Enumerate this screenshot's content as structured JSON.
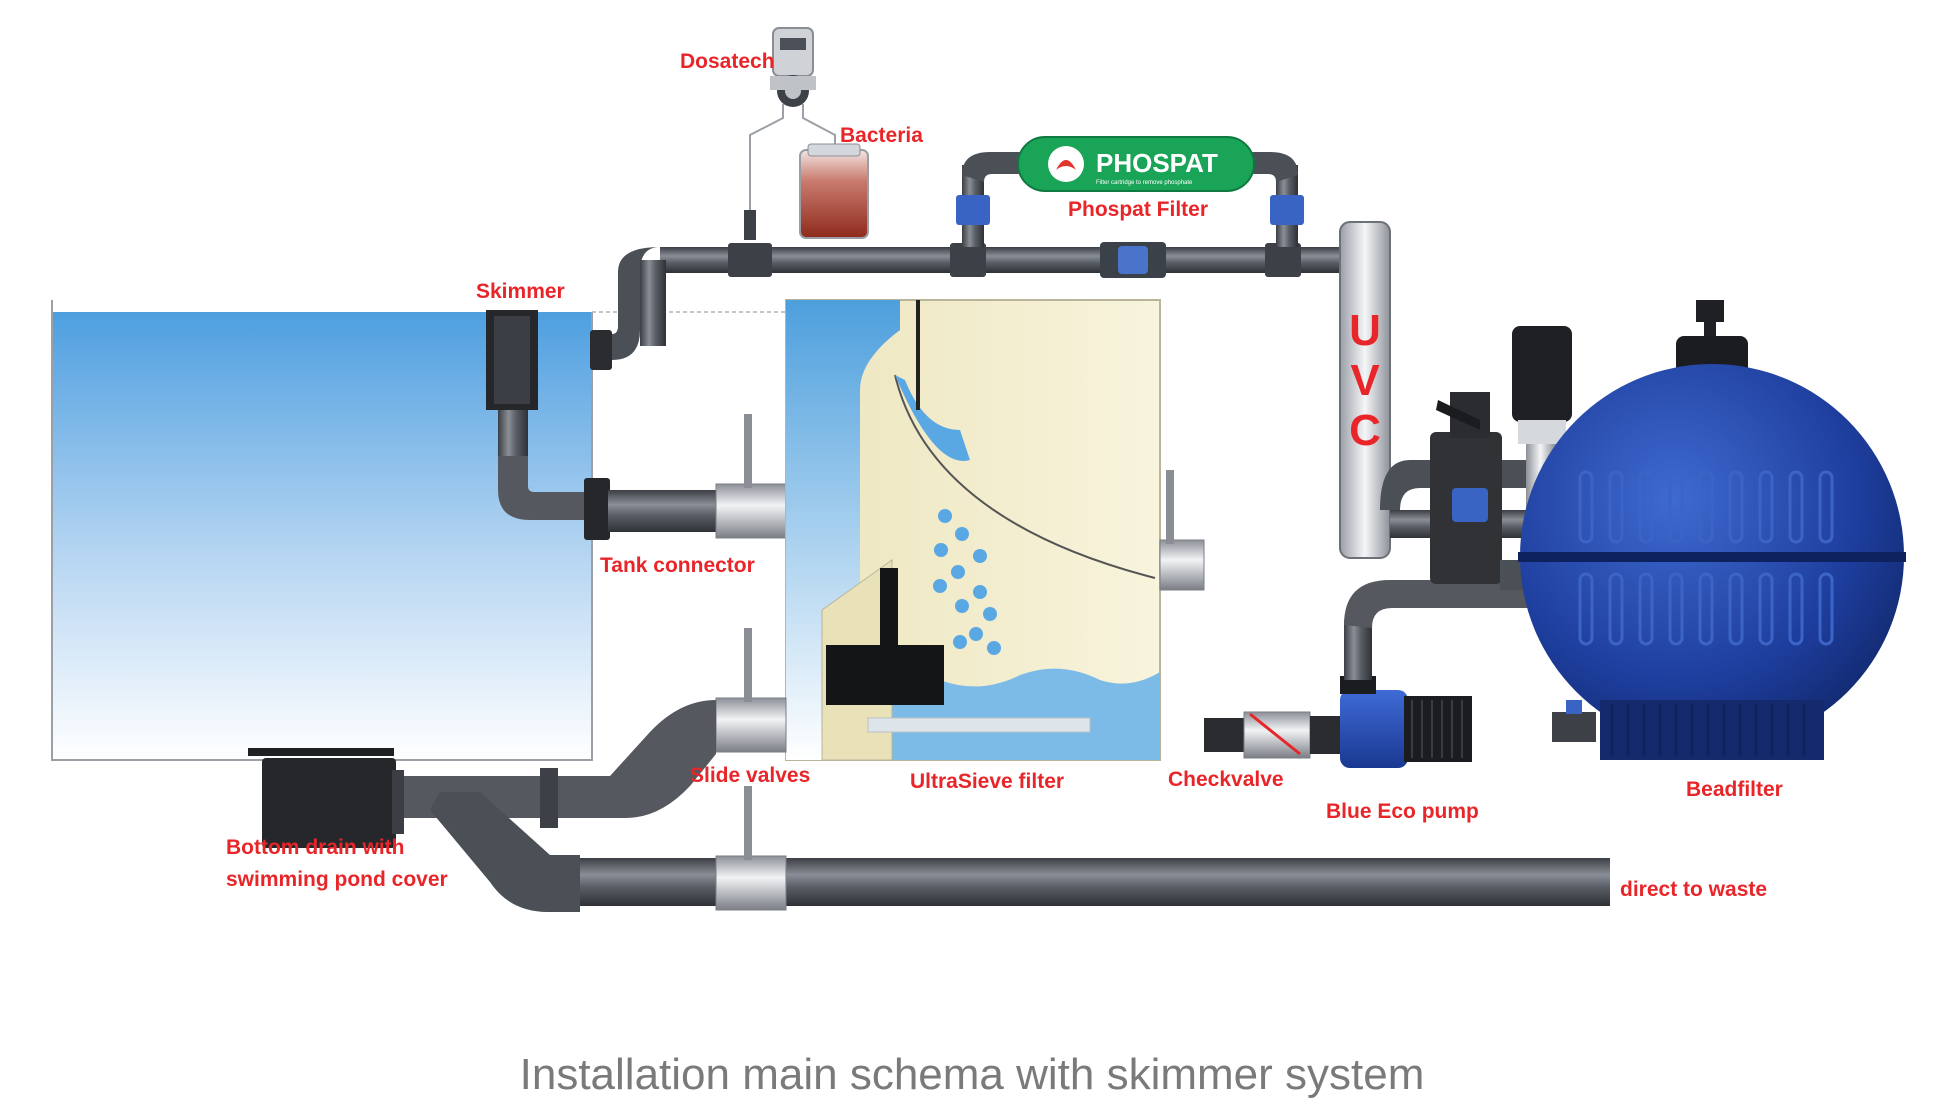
{
  "labels": {
    "dosatech": "Dosatech",
    "bacteria": "Bacteria",
    "phospat_filter": "Phospat Filter",
    "skimmer": "Skimmer",
    "tank_connector": "Tank connector",
    "slide_valves": "Slide valves",
    "ultrasieve_filter": "UltraSieve filter",
    "checkvalve": "Checkvalve",
    "blue_eco_pump": "Blue Eco pump",
    "beadfilter": "Beadfilter",
    "bottom_drain_line1": "Bottom drain with",
    "bottom_drain_line2": "swimming pond cover",
    "direct_to_waste": "direct to waste",
    "uvc": "UVC",
    "phospat_brand": "PHOSPAT",
    "phospat_tagline": "Filter cartridge to remove phosphate"
  },
  "caption": "Installation main schema with skimmer system",
  "colors": {
    "label_red": "#e8262a",
    "pipe_grey": "#55585e",
    "water_blue": "#4d9fdd",
    "pump_blue": "#1e3f9e",
    "filter_cream": "#f4efcf",
    "phospat_green": "#1aa458",
    "caption_grey": "#7a7a7a"
  }
}
